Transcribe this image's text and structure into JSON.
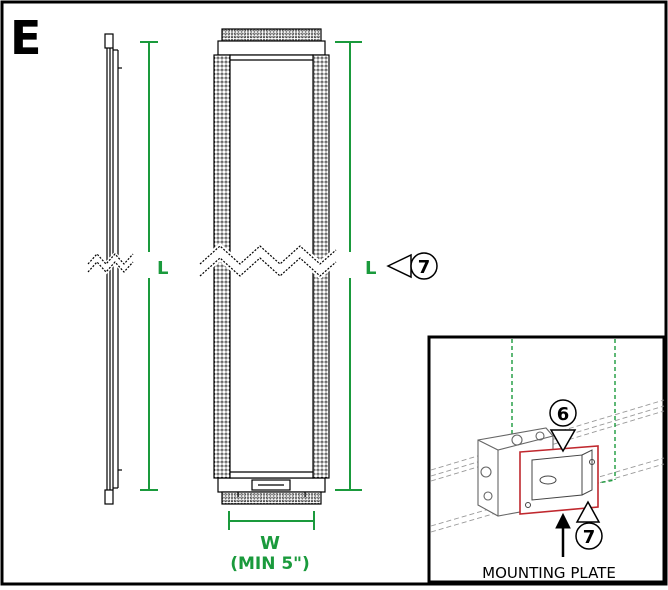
{
  "panel": {
    "letter": "E"
  },
  "labels": {
    "length_left": "L",
    "length_right": "L",
    "callout_7": "7",
    "callout_6": "6",
    "callout_7b": "7",
    "width": "W",
    "width_min": "(MIN 5\")",
    "mounting_plate": "MOUNTING PLATE"
  },
  "colors": {
    "dimension": "#1a9a3c",
    "outline": "#000000",
    "highlight": "#c0282e",
    "dashed_guide": "#1a9a3c"
  }
}
